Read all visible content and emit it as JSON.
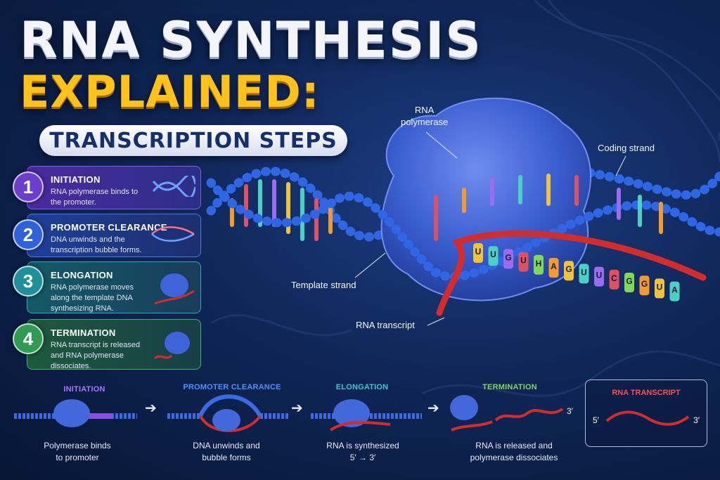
{
  "title": {
    "line1": "RNA SYNTHESIS",
    "line2": "EXPLAINED:",
    "subtitle": "TRANSCRIPTION STEPS"
  },
  "steps": [
    {
      "number": "1",
      "title": "INITIATION",
      "description": "RNA polymerase binds to the promoter.",
      "color": "#6b3fc9"
    },
    {
      "number": "2",
      "title": "PROMOTER CLEARANCE",
      "description": "DNA unwinds and the transcription bubble forms.",
      "color": "#2f62d8"
    },
    {
      "number": "3",
      "title": "ELONGATION",
      "description": "RNA polymerase moves along the template DNA synthesizing RNA.",
      "color": "#1f8f9a"
    },
    {
      "number": "4",
      "title": "TERMINATION",
      "description": "RNA transcript is released and RNA polymerase dissociates.",
      "color": "#2e9a52"
    }
  ],
  "diagram_labels": {
    "polymerase": "RNA\npolymerase",
    "coding_strand": "Coding strand",
    "template_strand": "Template strand",
    "rna_transcript": "RNA transcript"
  },
  "rna_bases": [
    "U",
    "U",
    "G",
    "U",
    "H",
    "A",
    "G",
    "U",
    "U",
    "C",
    "G",
    "G",
    "U",
    "A"
  ],
  "bottom_steps": [
    {
      "title": "INITIATION",
      "caption": "Polymerase binds\nto promoter",
      "color": "#a974ff"
    },
    {
      "title": "PROMOTER CLEARANCE",
      "caption": "DNA unwinds and\nbubble forms",
      "color": "#4f8fff"
    },
    {
      "title": "ELONGATION",
      "caption": "RNA is synthesized\n5′ → 3′",
      "color": "#3cc9c9"
    },
    {
      "title": "TERMINATION",
      "caption": "RNA is released and\npolymerase dissociates",
      "color": "#7ed957"
    }
  ],
  "rna_box": {
    "title": "RNA TRANSCRIPT",
    "five_prime": "5′",
    "three_prime": "3′"
  },
  "termination_three_prime": "3′",
  "icons": [
    "dna-helix-icon",
    "dna-bubble-icon",
    "polymerase-icon",
    "arrow-right-icon"
  ]
}
